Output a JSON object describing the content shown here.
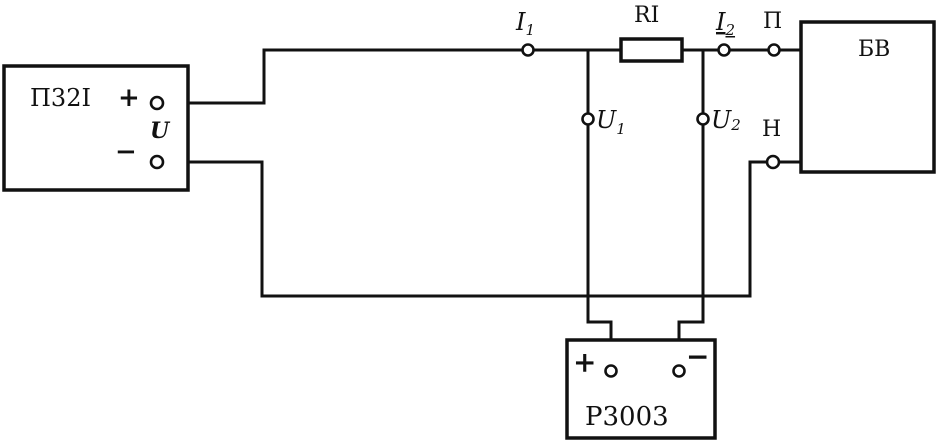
{
  "devices": {
    "source": "П32I",
    "voltage_symbol": "U",
    "plus": "+",
    "minus": "−",
    "block": "БВ",
    "meter": "Р3003",
    "meter_plus": "+",
    "meter_minus": "−"
  },
  "labels": {
    "resistor": "RI",
    "i1_base": "I",
    "i1_sub": "1",
    "i2_base": "I",
    "i2_sub": "2",
    "u1_base": "U",
    "u1_sub": "1",
    "u2_base": "U",
    "u2_sub": "2",
    "terminal_p": "П",
    "terminal_n": "Н"
  }
}
